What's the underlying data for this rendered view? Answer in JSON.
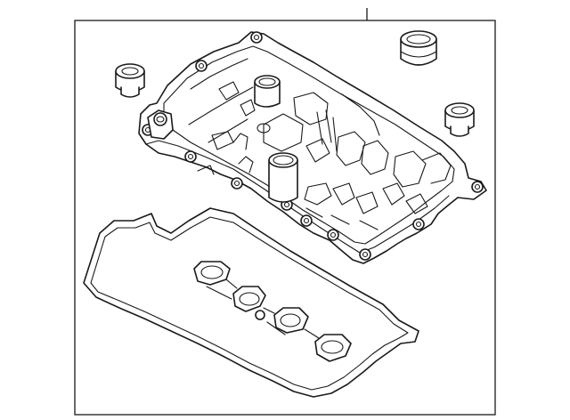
{
  "diagram": {
    "kind": "exploded parts illustration",
    "line_color": "#1a1a1a",
    "background_color": "#ffffff",
    "parts": [
      {
        "name": "valve-cover"
      },
      {
        "name": "valve-cover-gasket"
      },
      {
        "name": "grommet",
        "count": 3
      },
      {
        "name": "cap"
      },
      {
        "name": "spark-plug-tube-seal-set",
        "count": 4
      }
    ]
  }
}
